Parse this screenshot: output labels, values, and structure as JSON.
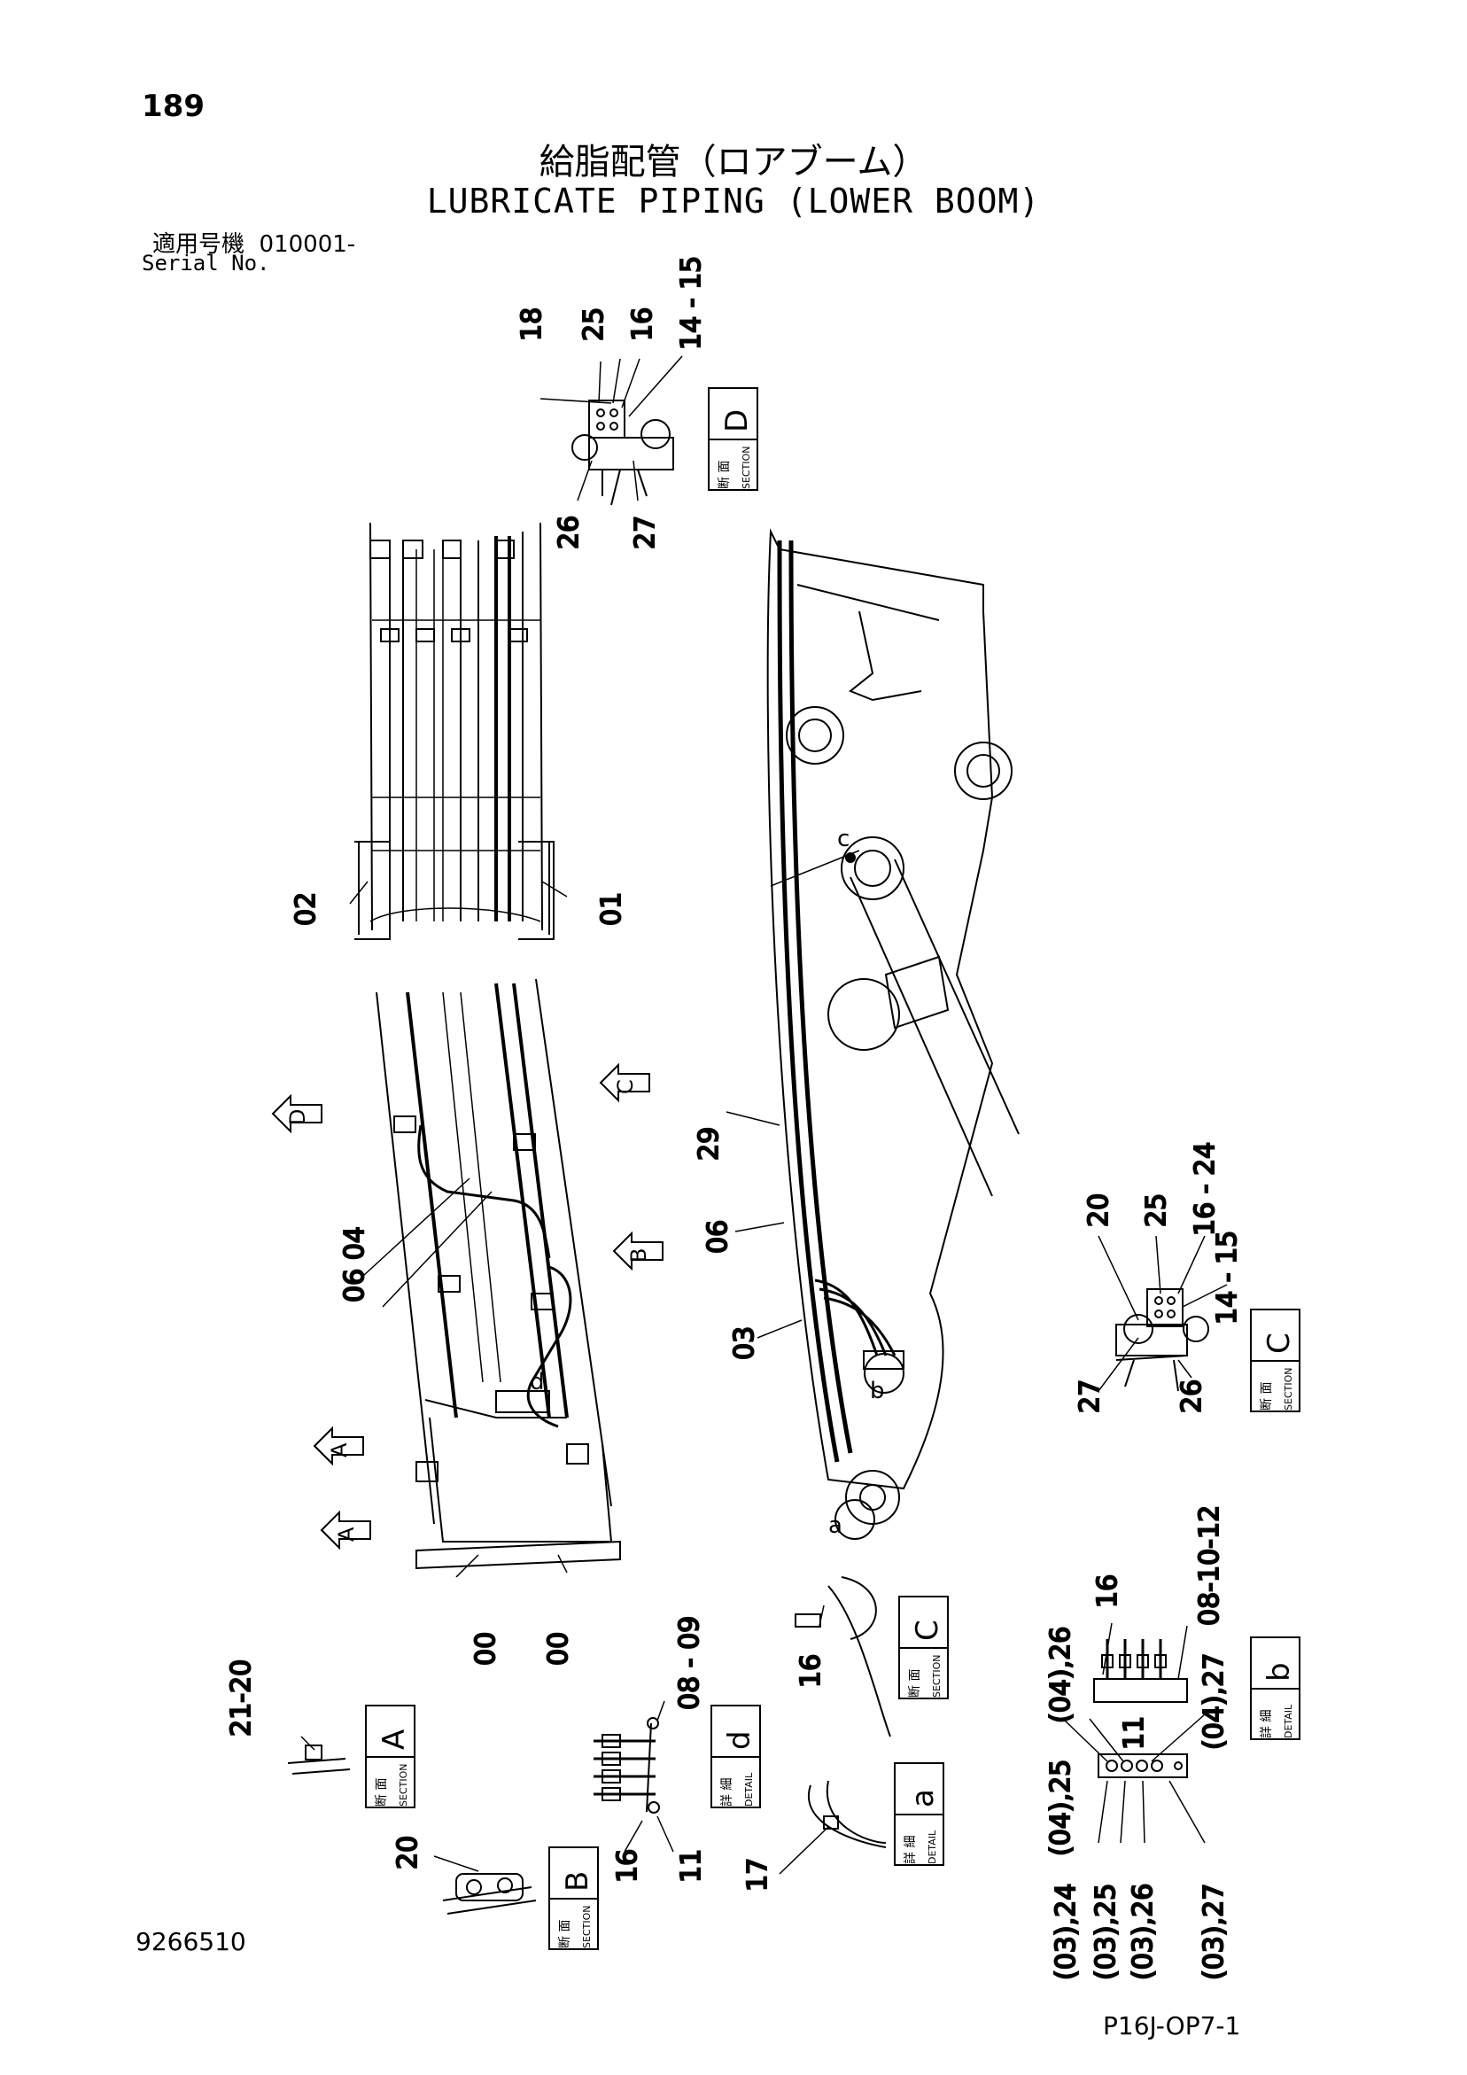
{
  "header": {
    "page_number": "189",
    "title_ja": "給脂配管（ロアブーム）",
    "title_en": "LUBRICATE PIPING (LOWER BOOM)",
    "serial_label_ja": "適用号機",
    "serial_value": "010001-",
    "serial_label_en": "Serial No."
  },
  "footer": {
    "doc_id": "9266510",
    "page_code": "P16J-OP7-1"
  },
  "view_labels": {
    "sec_ja_a": "断 面",
    "sec_en": "SECTION",
    "det_ja": "詳 細",
    "det_en": "DETAIL",
    "letter_A": "A",
    "letter_B": "B",
    "letter_C": "C",
    "letter_D": "D",
    "letter_a": "a",
    "letter_b": "b",
    "letter_d": "d"
  },
  "callouts": {
    "d_18": "18",
    "d_25": "25",
    "d_16": "16",
    "d_1415": "14 - 15",
    "d_26": "26",
    "d_27": "27",
    "top_02": "02",
    "top_01": "01",
    "mid_0604": "06 04",
    "bot_00a": "00",
    "bot_00b": "00",
    "side_29": "29",
    "side_06": "06",
    "side_03": "03",
    "c_20": "20",
    "c_25": "25",
    "c_1624": "16 - 24",
    "c_1415": "14 - 15",
    "c_27": "27",
    "c_26": "26",
    "a_2120": "21-20",
    "b_20": "20",
    "d2_0809": "08 - 09",
    "d2_16": "16",
    "d2_11": "11",
    "sc_16": "16",
    "da_17": "17",
    "db_16": "16",
    "db_081012": "08-10-12",
    "db_0426": "(04),26",
    "db_0425": "(04),25",
    "db_11": "11",
    "db_0427": "(04),27",
    "db_0324": "(03),24",
    "db_0325": "(03),25",
    "db_0326": "(03),26",
    "db_0327": "(03),27",
    "arrow_A1": "A",
    "arrow_A2": "A",
    "arrow_B": "B",
    "arrow_C": "C",
    "arrow_D": "D",
    "mark_c": "c",
    "mark_d": "d",
    "mark_b": "b",
    "mark_a": "a"
  }
}
